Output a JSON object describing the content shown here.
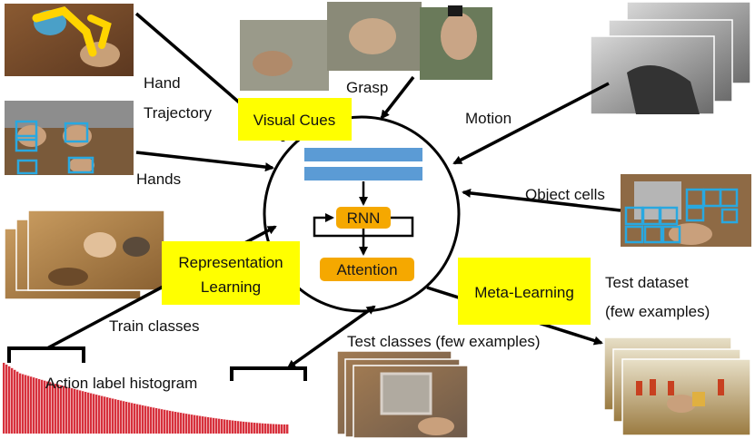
{
  "diagram": {
    "core": {
      "rnn_label": "RNN",
      "attention_label": "Attention"
    },
    "boxes": {
      "visual_cues": "Visual Cues",
      "representation_line1": "Representation",
      "representation_line2": "Learning",
      "meta_learning": "Meta-Learning"
    },
    "labels": {
      "hand": "Hand",
      "trajectory": "Trajectory",
      "hands": "Hands",
      "grasp": "Grasp",
      "motion": "Motion",
      "object_cells": "Object cells",
      "train_classes": "Train classes",
      "test_classes": "Test classes (few examples)",
      "test_dataset_line1": "Test dataset",
      "test_dataset_line2": "(few examples)",
      "histogram": "Action label histogram"
    },
    "colors": {
      "yellow": "#ffff00",
      "orange": "#f5a800",
      "blue": "#5b9bd5",
      "red": "#d7303c",
      "cyan": "#29a8e0"
    }
  }
}
